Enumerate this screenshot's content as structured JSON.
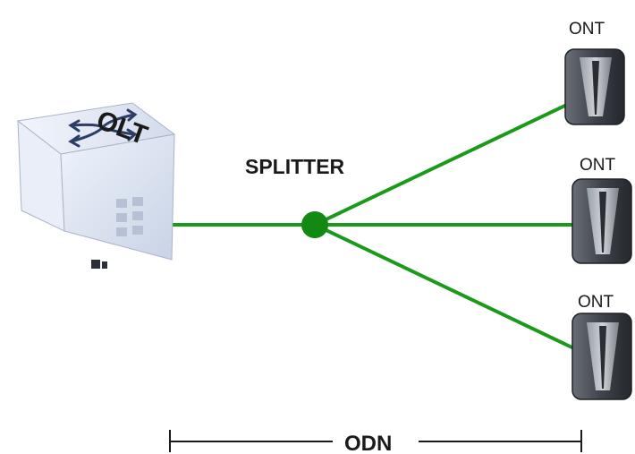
{
  "diagram": {
    "olt_label": "OLT",
    "splitter_label": "SPLITTER",
    "odn_label": "ODN",
    "ont_labels": [
      "ONT",
      "ONT",
      "ONT"
    ],
    "colors": {
      "fiber": "#1a9a1a",
      "splitter": "#128a12",
      "text": "#1a1a1a",
      "olt_body": "#dfe7f6",
      "ont_body": "#454a52"
    }
  }
}
